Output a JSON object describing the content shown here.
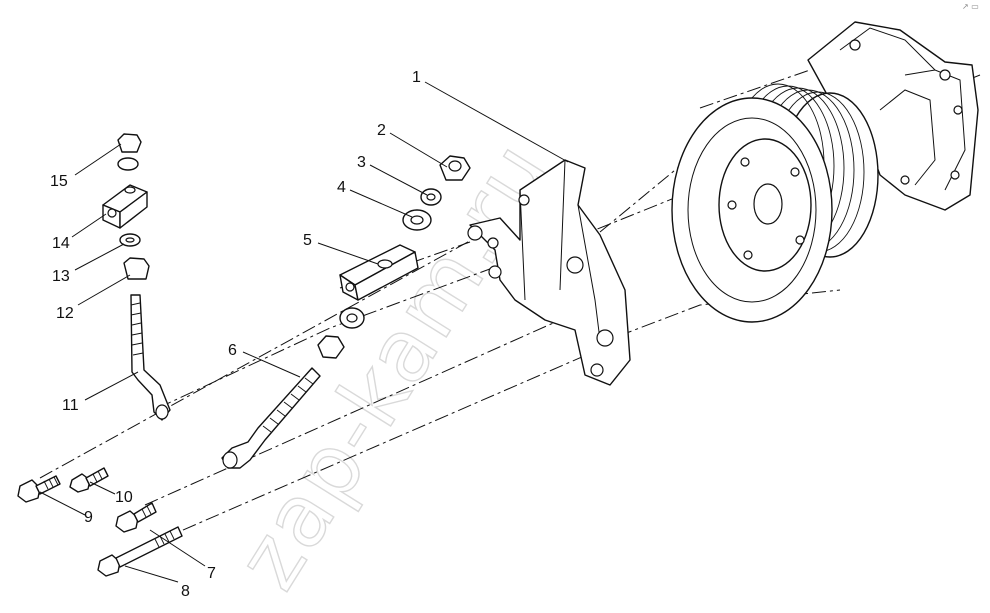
{
  "watermark": "zap-kam.ru",
  "corner_mark": "↗ ▭",
  "colors": {
    "line": "#111111",
    "background": "#ffffff",
    "watermark": "#d9d9d9"
  },
  "callouts": [
    {
      "id": "1",
      "text": "1"
    },
    {
      "id": "2",
      "text": "2"
    },
    {
      "id": "3",
      "text": "3"
    },
    {
      "id": "4",
      "text": "4"
    },
    {
      "id": "5",
      "text": "5"
    },
    {
      "id": "6",
      "text": "6"
    },
    {
      "id": "7",
      "text": "7"
    },
    {
      "id": "8",
      "text": "8"
    },
    {
      "id": "9",
      "text": "9"
    },
    {
      "id": "10",
      "text": "10"
    },
    {
      "id": "11",
      "text": "11"
    },
    {
      "id": "12",
      "text": "12"
    },
    {
      "id": "13",
      "text": "13"
    },
    {
      "id": "14",
      "text": "14"
    },
    {
      "id": "15",
      "text": "15"
    }
  ]
}
